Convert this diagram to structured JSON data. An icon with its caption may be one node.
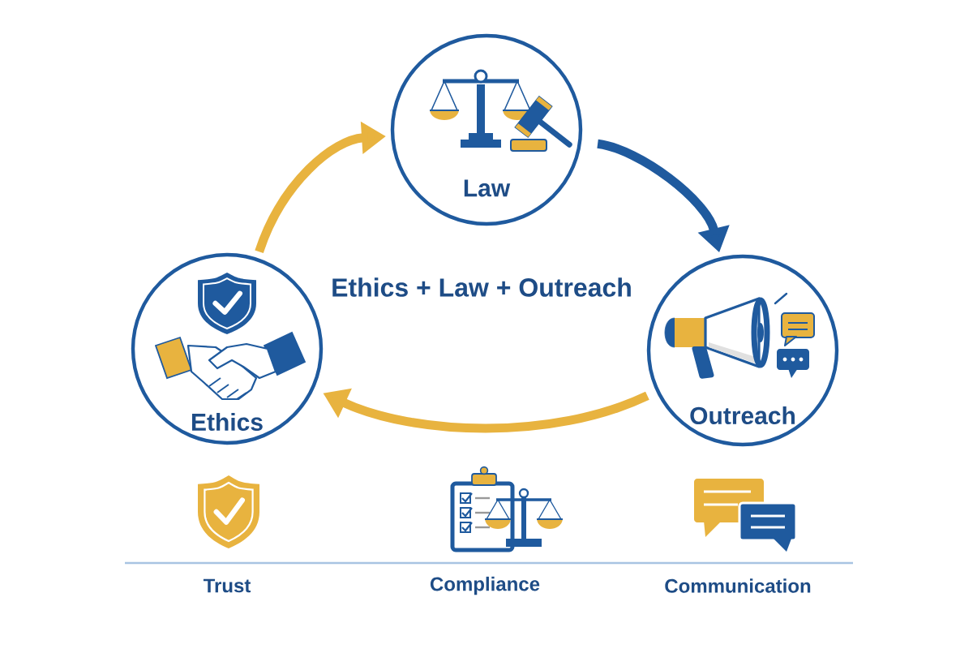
{
  "diagram": {
    "nodes": [
      {
        "text": [
          "Law"
        ]
      },
      {
        "text": [
          "Ethics"
        ]
      },
      {
        "text": [
          "Outreach"
        ]
      }
    ],
    "edges": [
      {
        "from": 1,
        "to": 0,
        "arrow": "to"
      },
      {
        "from": 0,
        "to": 2,
        "arrow": "to",
        "color": "#1f5a9e"
      },
      {
        "from": 2,
        "to": 1,
        "arrow": "to"
      }
    ],
    "labels": [
      "Ethics + Law + Outreach",
      "Trust",
      "Compliance",
      "Communication"
    ]
  }
}
